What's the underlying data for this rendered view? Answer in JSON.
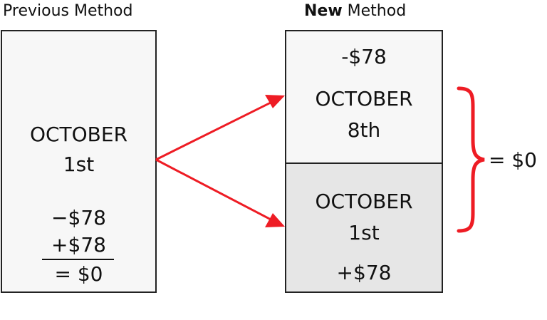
{
  "previous": {
    "heading": "Previous Method",
    "date_month": "OCTOBER",
    "date_day": "1st",
    "debit": "−$78",
    "credit": "+$78",
    "total": "= $0"
  },
  "new": {
    "heading_bold": "New",
    "heading_rest": " Method",
    "top_amount": "-$78",
    "top_month": "OCTOBER",
    "top_day": "8th",
    "bottom_month": "OCTOBER",
    "bottom_day": "1st",
    "bottom_amount": "+$78"
  },
  "bracket_total": "= $0",
  "colors": {
    "arrow": "#ee1c24",
    "box_light": "#f7f7f7",
    "box_dark": "#e6e6e6",
    "border": "#222222"
  }
}
